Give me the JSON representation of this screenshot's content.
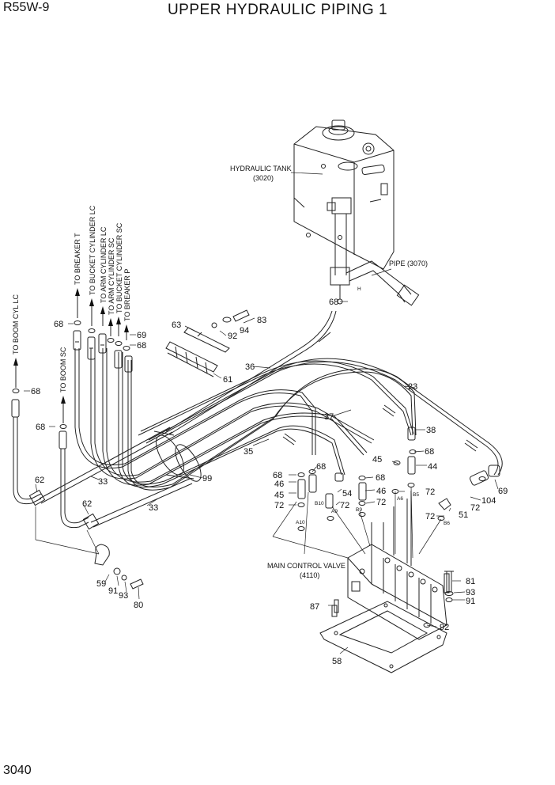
{
  "header": {
    "model": "R55W-9",
    "title": "UPPER HYDRAULIC PIPING 1"
  },
  "footer": {
    "page_number": "3040"
  },
  "assemblies": {
    "tank_name": "HYDRAULIC TANK",
    "tank_ref": "(3020)",
    "pipe": "PIPE (3070)",
    "mcv_name": "MAIN CONTROL VALVE",
    "mcv_ref": "(4110)"
  },
  "destinations": {
    "boom_cyl_lc": "TO BOOM CYL  LC",
    "boom_sc": "TO BOOM  SC",
    "breaker_t": "TO BREAKER T",
    "bucket_cyl_lc": "TO BUCKET CYLINDER  LC",
    "arm_cyl_lc": "TO ARM CYLINDER  LC",
    "arm_cyl_sc": "TO ARM CYLINDER SC",
    "bucket_cyl_sc": "TO BUCKET CYLINDER SC",
    "breaker_p": "TO BREAKER  P"
  },
  "port_codes": {
    "a10": "A10",
    "b10": "B10",
    "a9": "A9",
    "b9": "B9",
    "a6": "A6",
    "b5": "B5",
    "b6": "B6",
    "h": "H"
  },
  "callouts": {
    "c23": "23",
    "c33a": "33",
    "c33b": "33",
    "c35": "35",
    "c36": "36",
    "c37": "37",
    "c38": "38",
    "c44": "44",
    "c45a": "45",
    "c45b": "45",
    "c46a": "46",
    "c46b": "46",
    "c51": "51",
    "c54": "54",
    "c58": "58",
    "c59": "59",
    "c61": "61",
    "c62a": "62",
    "c62b": "62",
    "c63": "63",
    "c68_tank": "68",
    "c68_left1": "68",
    "c68_left2": "68",
    "c68_breaker": "68",
    "c68_r1": "68",
    "c68_v1": "68",
    "c68_v2": "68",
    "c68_v3": "68",
    "c68_v4": "68",
    "c69a": "69",
    "c69b": "69",
    "c72a": "72",
    "c72b": "72",
    "c72c": "72",
    "c72d": "72",
    "c72e": "72",
    "c72f": "72",
    "c80": "80",
    "c81": "81",
    "c83": "83",
    "c87": "87",
    "c91a": "91",
    "c91b": "91",
    "c92a": "92",
    "c92b": "92",
    "c93a": "93",
    "c93b": "93",
    "c94": "94",
    "c99": "99",
    "c104": "104"
  }
}
